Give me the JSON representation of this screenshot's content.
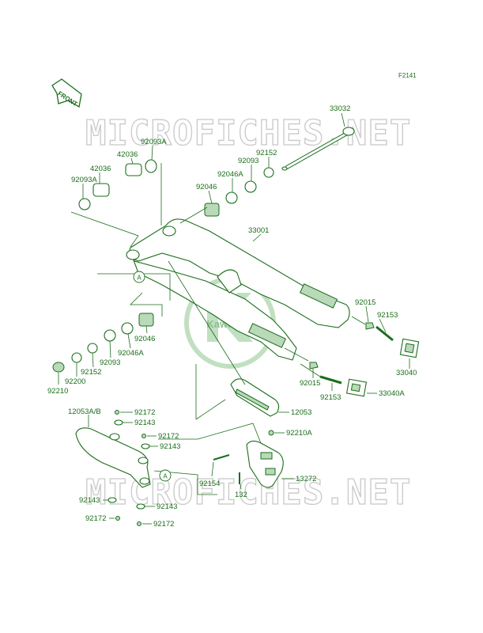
{
  "figure_code": "F2141",
  "front_arrow_text": "FRONT",
  "watermark_text": "MICROFICHES.NET",
  "logo_text": "Kawasaki",
  "colors": {
    "line": "#1b6e1b",
    "label": "#1a6d1a",
    "watermark": "#c9c9c9",
    "fill": "#b9d9b9"
  },
  "callouts": {
    "circle_a": "A",
    "circle_a2": "A"
  },
  "labels": {
    "p33032": "33032",
    "p92093a_top": "92093A",
    "p42036_top": "42036",
    "p42036": "42036",
    "p92093a": "92093A",
    "p92152_top": "92152",
    "p92093_top": "92093",
    "p92046a_top": "92046A",
    "p92046_top": "92046",
    "p33001": "33001",
    "p92015_right": "92015",
    "p92153_right": "92153",
    "p33040": "33040",
    "p92046_low": "92046",
    "p92046a_low": "92046A",
    "p92093_low": "92093",
    "p92152_low": "92152",
    "p92200": "92200",
    "p92210": "92210",
    "p92015_mid": "92015",
    "p92153_mid": "92153",
    "p33040a": "33040A",
    "p12053": "12053",
    "p12053ab": "12053A/B",
    "p92172_1": "92172",
    "p92143_1": "92143",
    "p92172_2": "92172",
    "p92143_2": "92143",
    "p92210a": "92210A",
    "p92154": "92154",
    "p132": "132",
    "p13272": "13272",
    "p92143_3": "92143",
    "p92143_4": "92143",
    "p92172_3": "92172",
    "p92172_4": "92172"
  }
}
